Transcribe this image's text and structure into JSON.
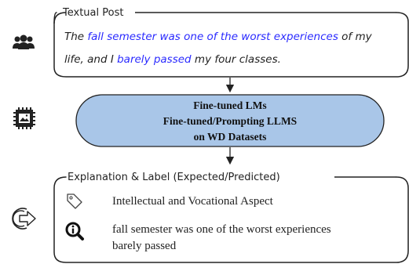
{
  "post": {
    "title": "Textual Post",
    "line1": [
      {
        "text": "The ",
        "highlight": false
      },
      {
        "text": "fall semester was one of the worst experiences",
        "highlight": true
      },
      {
        "text": " of my",
        "highlight": false
      }
    ],
    "line2": [
      {
        "text": "life, and I ",
        "highlight": false
      },
      {
        "text": "barely passed",
        "highlight": true
      },
      {
        "text": " my four classes.",
        "highlight": false
      }
    ]
  },
  "model": {
    "line1": "Fine-tuned LMs",
    "line2": "Fine-tuned/Prompting LLMS",
    "line3": "on WD Datasets"
  },
  "output": {
    "title": "Explanation & Label (Expected/Predicted)",
    "label": "Intellectual and Vocational Aspect",
    "explanation_line1": "fall semester was one of the worst experiences",
    "explanation_line2": "barely passed"
  },
  "icons": {
    "users": "users-icon",
    "chip": "chip-icon",
    "export": "export-arrow-icon",
    "tag": "tag-icon",
    "search": "search-info-icon"
  },
  "colors": {
    "highlight": "#2a2aff",
    "model_fill": "#a9c6e8",
    "text": "#222222"
  }
}
